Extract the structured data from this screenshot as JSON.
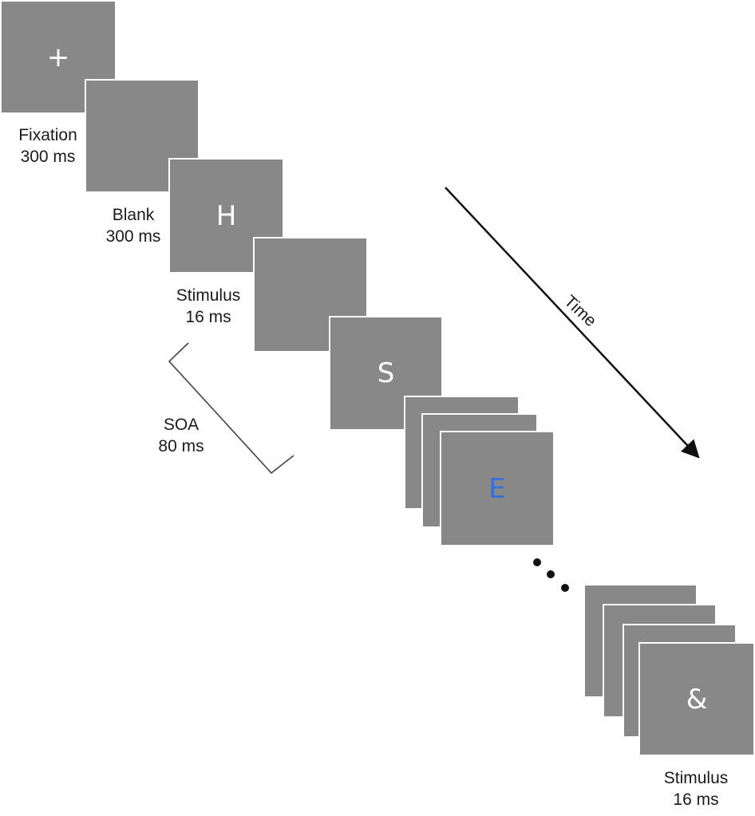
{
  "colors": {
    "frame_fill": "#888888",
    "frame_border": "#ffffff",
    "symbol_default": "#ffffff",
    "symbol_target": "#3a6fd8",
    "line": "#111111",
    "bracket": "#444444"
  },
  "frames": [
    {
      "id": "fixation",
      "symbol": "+"
    },
    {
      "id": "blank",
      "symbol": ""
    },
    {
      "id": "stimulus-h",
      "symbol": "H"
    },
    {
      "id": "blank-2",
      "symbol": ""
    },
    {
      "id": "stimulus-s",
      "symbol": "S"
    },
    {
      "id": "stack-back",
      "symbol": ""
    },
    {
      "id": "stack-mid",
      "symbol": ""
    },
    {
      "id": "stimulus-e",
      "symbol": "E",
      "target": true
    },
    {
      "id": "final-back-1",
      "symbol": ""
    },
    {
      "id": "final-back-2",
      "symbol": ""
    },
    {
      "id": "final-back-3",
      "symbol": ""
    },
    {
      "id": "stimulus-amp",
      "symbol": "&"
    }
  ],
  "labels": {
    "fixation": {
      "name": "Fixation",
      "duration": "300 ms"
    },
    "blank": {
      "name": "Blank",
      "duration": "300 ms"
    },
    "stimulus": {
      "name": "Stimulus",
      "duration": "16 ms"
    },
    "soa": {
      "name": "SOA",
      "duration": "80 ms"
    },
    "final_stimulus": {
      "name": "Stimulus",
      "duration": "16 ms"
    }
  },
  "time_arrow": {
    "label": "Time"
  },
  "ellipsis": {
    "dot_count": 3
  }
}
